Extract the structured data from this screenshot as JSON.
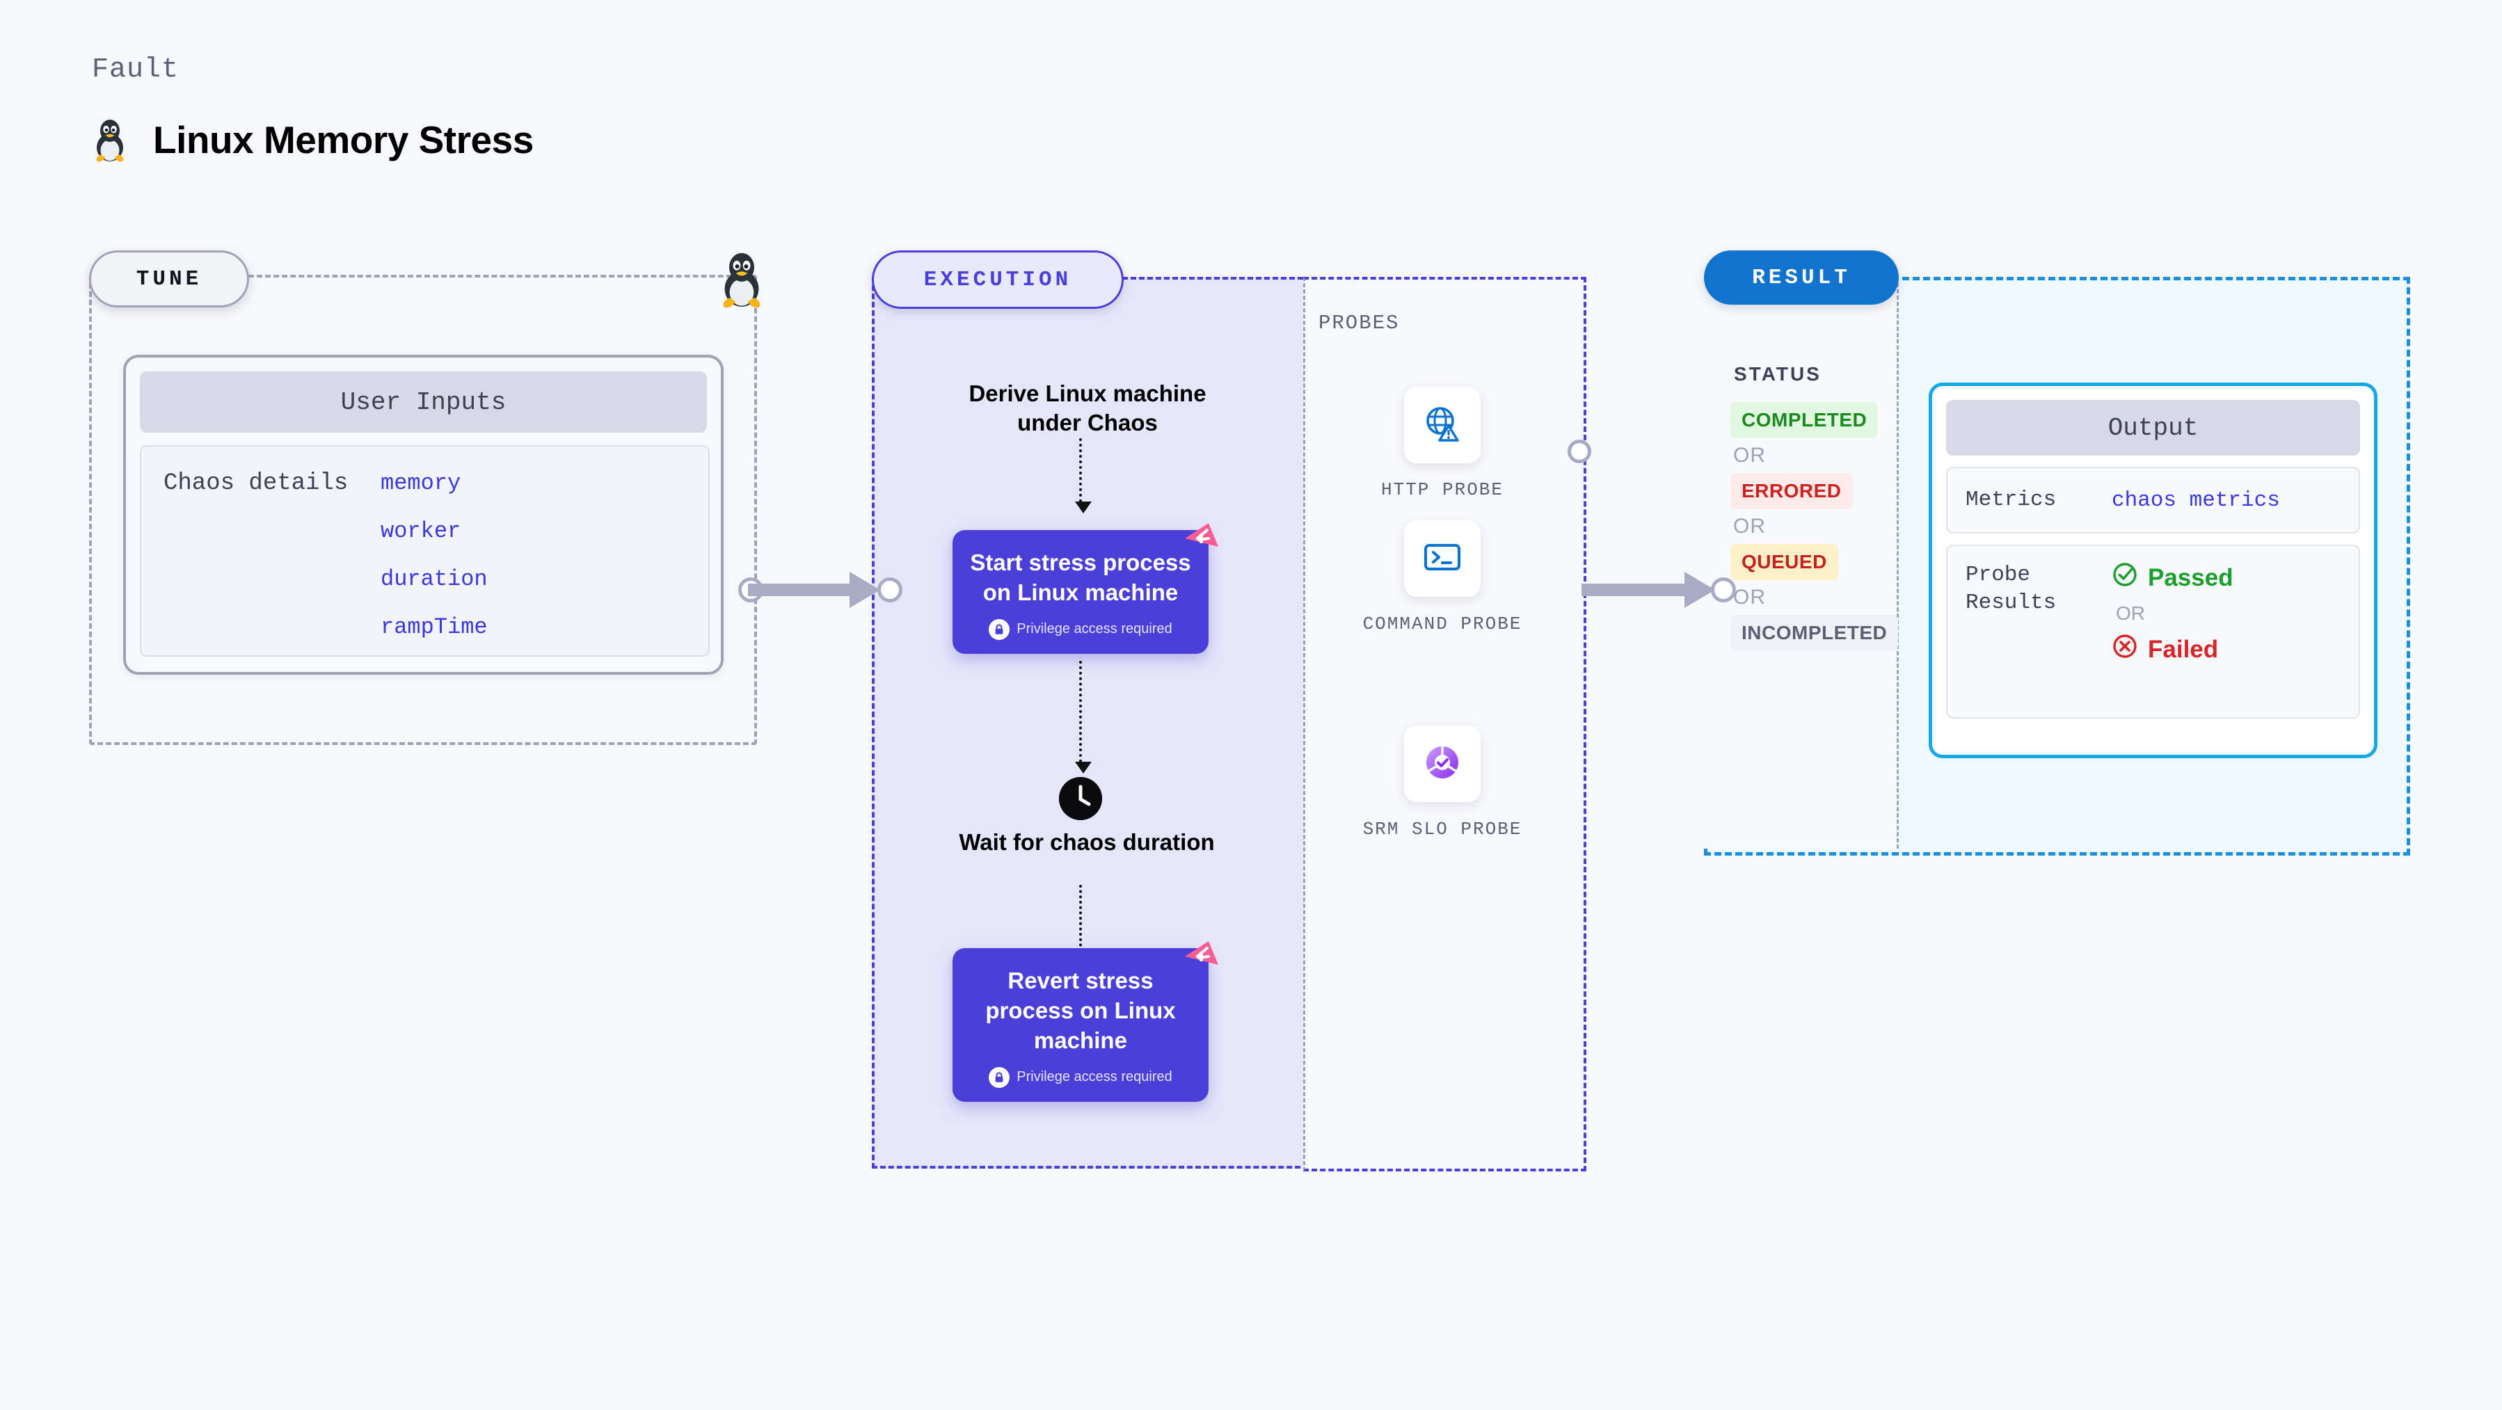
{
  "header": {
    "fault_label": "Fault",
    "title": "Linux Memory Stress",
    "icon": "tux-penguin-icon"
  },
  "tune": {
    "pill_label": "TUNE",
    "card_title": "User Inputs",
    "body_label": "Chaos details",
    "params": [
      "memory",
      "worker",
      "duration",
      "rampTime"
    ],
    "edge_icon": "tux-penguin-icon"
  },
  "execution": {
    "pill_label": "EXECUTION",
    "steps": [
      {
        "name": "derive-step",
        "text": "Derive Linux machine under Chaos"
      },
      {
        "name": "wait-step",
        "text": "Wait for chaos duration",
        "icon": "clock-icon"
      }
    ],
    "cards": [
      {
        "name": "start-stress-card",
        "title": "Start stress process on Linux machine",
        "sub": "Privilege access required",
        "sub_icon": "lock-icon",
        "corner_icon": "harness-badge-icon"
      },
      {
        "name": "revert-stress-card",
        "title": "Revert stress process on Linux machine",
        "sub": "Privilege access required",
        "sub_icon": "lock-icon",
        "corner_icon": "harness-badge-icon"
      }
    ]
  },
  "probes": {
    "label": "PROBES",
    "items": [
      {
        "caption": "HTTP PROBE",
        "icon": "globe-warning-icon"
      },
      {
        "caption": "COMMAND PROBE",
        "icon": "terminal-icon"
      },
      {
        "caption": "SRM SLO PROBE",
        "icon": "slo-donut-check-icon"
      }
    ]
  },
  "result": {
    "pill_label": "RESULT",
    "status_label": "STATUS",
    "or_label": "OR",
    "statuses": [
      {
        "label": "COMPLETED",
        "bg": "#e2f7e2",
        "color": "#1a8a1f"
      },
      {
        "label": "ERRORED",
        "bg": "#fdeaea",
        "color": "#cf2020"
      },
      {
        "label": "QUEUED",
        "bg": "#fdf0c8",
        "color": "#c42020"
      },
      {
        "label": "INCOMPLETED",
        "bg": "#f0f1f6",
        "color": "#5b6072"
      }
    ],
    "output": {
      "title": "Output",
      "metrics_label": "Metrics",
      "metrics_value": "chaos metrics",
      "probe_results_label": "Probe Results",
      "passed_label": "Passed",
      "failed_label": "Failed",
      "or_label": "OR",
      "passed_icon": "check-circle-icon",
      "failed_icon": "x-circle-icon"
    }
  },
  "colors": {
    "canvas": "#f7f8fb",
    "accent_purple": "#4a3fd8",
    "accent_blue": "#1173cd",
    "accent_cyan": "#13a7e8",
    "pink_badge": "#fb5c94",
    "gray_dash": "#9ea3b4"
  }
}
